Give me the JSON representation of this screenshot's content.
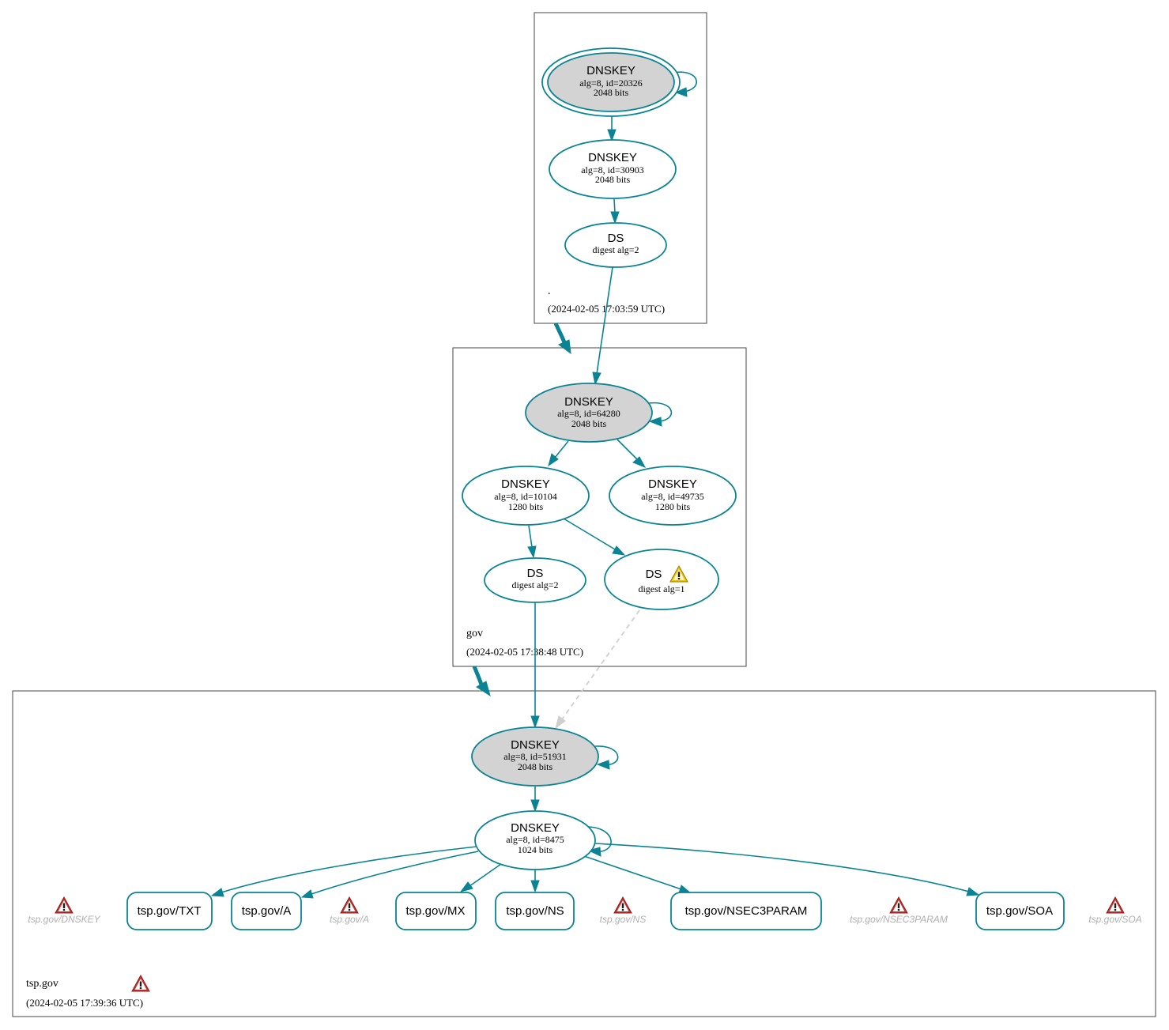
{
  "zones": [
    {
      "id": "root",
      "name": ".",
      "timestamp": "(2024-02-05 17:03:59 UTC)"
    },
    {
      "id": "gov",
      "name": "gov",
      "timestamp": "(2024-02-05 17:38:48 UTC)"
    },
    {
      "id": "tsp",
      "name": "tsp.gov",
      "timestamp": "(2024-02-05 17:39:36 UTC)"
    }
  ],
  "nodes": {
    "root_ksk": {
      "title": "DNSKEY",
      "line1": "alg=8, id=20326",
      "line2": "2048 bits"
    },
    "root_zsk": {
      "title": "DNSKEY",
      "line1": "alg=8, id=30903",
      "line2": "2048 bits"
    },
    "root_ds": {
      "title": "DS",
      "line1": "digest alg=2"
    },
    "gov_ksk": {
      "title": "DNSKEY",
      "line1": "alg=8, id=64280",
      "line2": "2048 bits"
    },
    "gov_zsk1": {
      "title": "DNSKEY",
      "line1": "alg=8, id=10104",
      "line2": "1280 bits"
    },
    "gov_zsk2": {
      "title": "DNSKEY",
      "line1": "alg=8, id=49735",
      "line2": "1280 bits"
    },
    "gov_ds2": {
      "title": "DS",
      "line1": "digest alg=2"
    },
    "gov_ds1": {
      "title": "DS",
      "line1": "digest alg=1"
    },
    "tsp_ksk": {
      "title": "DNSKEY",
      "line1": "alg=8, id=51931",
      "line2": "2048 bits"
    },
    "tsp_zsk": {
      "title": "DNSKEY",
      "line1": "alg=8, id=8475",
      "line2": "1024 bits"
    }
  },
  "rrsets": [
    "tsp.gov/TXT",
    "tsp.gov/A",
    "tsp.gov/MX",
    "tsp.gov/NS",
    "tsp.gov/NSEC3PARAM",
    "tsp.gov/SOA"
  ],
  "ghost_rrsets": [
    "tsp.gov/DNSKEY",
    "tsp.gov/A",
    "tsp.gov/NS",
    "tsp.gov/NSEC3PARAM",
    "tsp.gov/SOA"
  ],
  "colors": {
    "edge": "#0a8494",
    "ksk_fill": "#d3d3d3",
    "node_fill": "#ffffff",
    "error_icon": "#c8302c",
    "warning_icon": "#f2c200",
    "insecure_edge": "#cfcfcf"
  },
  "icons": {
    "error": "error-triangle-icon",
    "warning": "warning-triangle-icon"
  }
}
